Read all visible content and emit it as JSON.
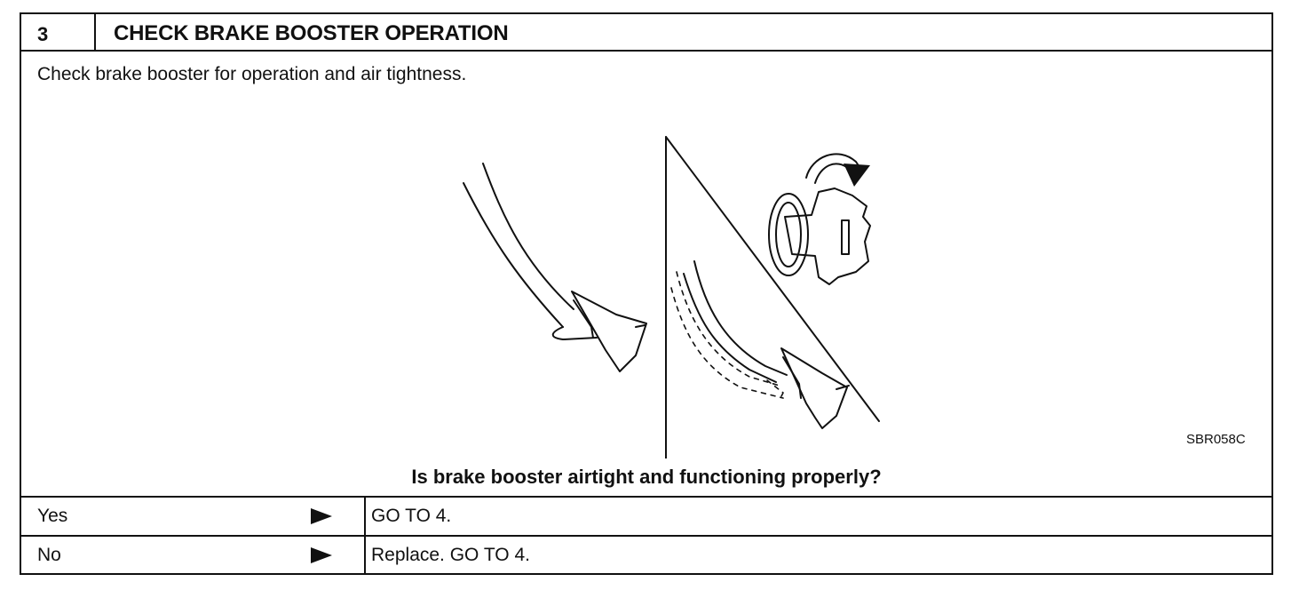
{
  "header": {
    "step_number": "3",
    "title": "CHECK BRAKE BOOSTER OPERATION"
  },
  "instruction": "Check brake booster for operation and air tightness.",
  "figure": {
    "code": "SBR058C",
    "icons": [
      "brake-pedal-icon",
      "ignition-key-icon",
      "rotate-arrow-icon"
    ]
  },
  "question": "Is brake booster airtight and functioning properly?",
  "results": [
    {
      "answer": "Yes",
      "action": "GO TO 4."
    },
    {
      "answer": "No",
      "action": "Replace. GO TO 4."
    }
  ]
}
